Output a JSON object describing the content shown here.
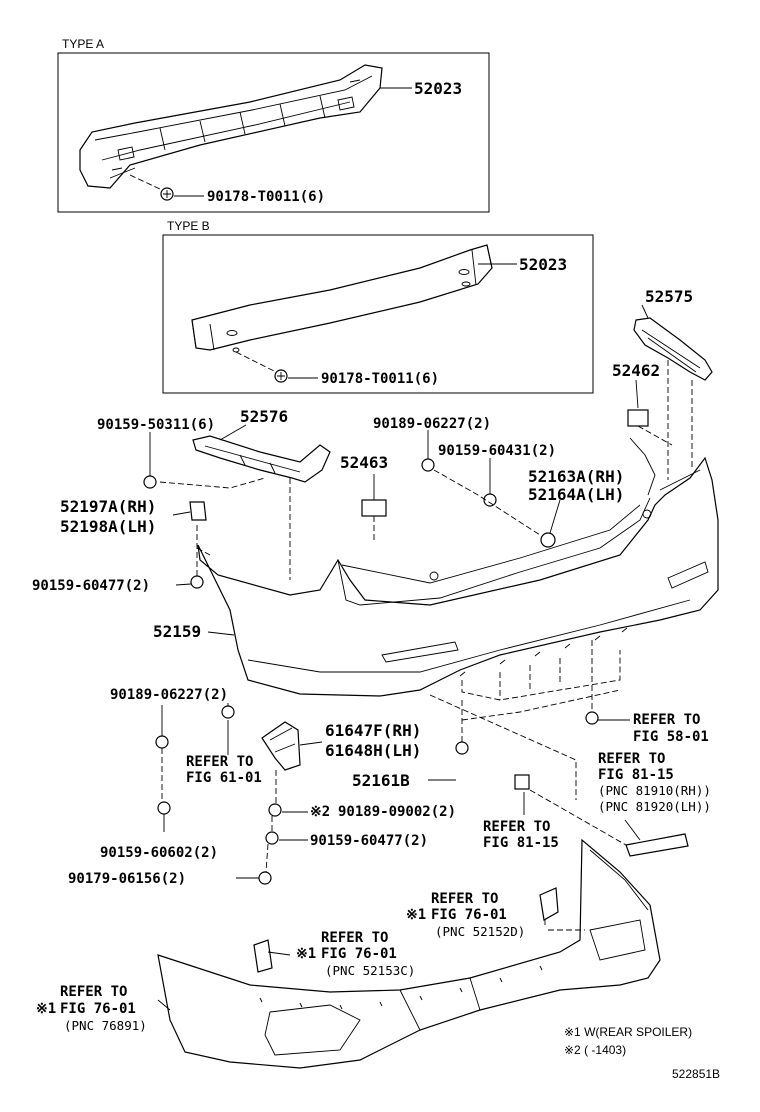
{
  "type_a": {
    "label": "TYPE A",
    "part_reinforcement": "52023",
    "part_nut": "90178-T0011(6)"
  },
  "type_b": {
    "label": "TYPE B",
    "part_reinforcement": "52023",
    "part_nut": "90178-T0011(6)"
  },
  "labels": {
    "p52575": "52575",
    "p52462": "52462",
    "p90159_50311": "90159-50311(6)",
    "p52576": "52576",
    "p90189_06227_top": "90189-06227(2)",
    "p52463": "52463",
    "p90159_60431": "90159-60431(2)",
    "p52163A": "52163A(RH)",
    "p52164A": "52164A(LH)",
    "p52197A": "52197A(RH)",
    "p52198A": "52198A(LH)",
    "p90159_60477_left": "90159-60477(2)",
    "p52159": "52159",
    "p90189_06227_low": "90189-06227(2)",
    "p61647F": "61647F(RH)",
    "p61648H": "61648H(LH)",
    "refer_to_a": "REFER TO",
    "fig_58_01": "FIG 58-01",
    "refer_to_b": "REFER TO",
    "fig_61_01": "FIG 61-01",
    "refer_to_c": "REFER TO",
    "fig_81_15_top": "FIG 81-15",
    "pnc_81910": "(PNC 81910(RH))",
    "pnc_81920": "(PNC 81920(LH))",
    "p52161B": "52161B",
    "p90189_09002": "90189-09002(2)",
    "p90159_60602": "90159-60602(2)",
    "p90159_60477_low": "90159-60477(2)",
    "refer_to_d": "REFER TO",
    "fig_81_15_low": "FIG 81-15",
    "p90179_06156": "90179-06156(2)",
    "refer_to_e": "REFER TO",
    "fig_76_01_e": "FIG 76-01",
    "pnc_52152D": "(PNC 52152D)",
    "refer_to_f": "REFER TO",
    "fig_76_01_f": "FIG 76-01",
    "pnc_52153C": "(PNC 52153C)",
    "refer_to_g": "REFER TO",
    "fig_76_01_g": "FIG 76-01",
    "pnc_76891": "(PNC 76891)",
    "mark1": "※1",
    "mark2": "※2"
  },
  "notes": {
    "note1": "※1 W(REAR SPOILER)",
    "note2": "※2 (      -1403)"
  },
  "diagram_id": "522851B"
}
